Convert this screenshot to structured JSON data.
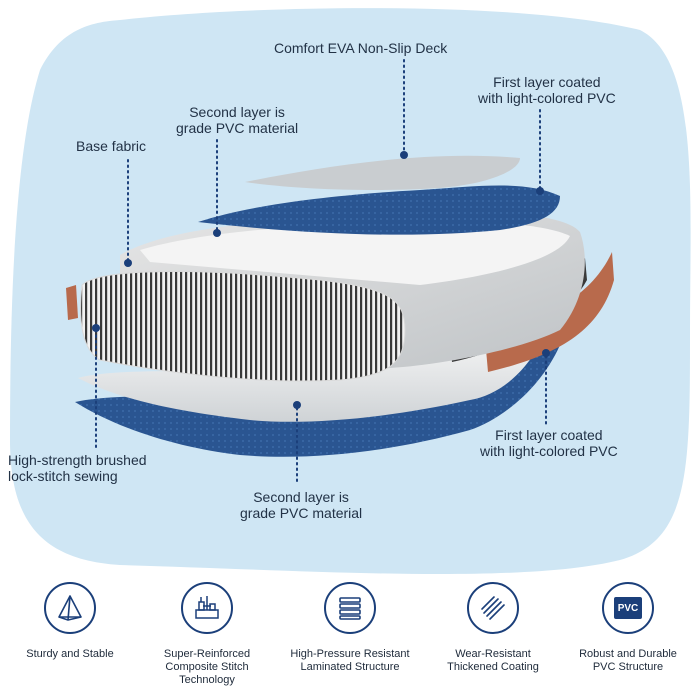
{
  "labels": {
    "deck": "Comfort EVA Non-Slip Deck",
    "first_top_1": "First layer coated",
    "first_top_2": "with light-colored PVC",
    "second_top_1": "Second layer is",
    "second_top_2": "grade PVC material",
    "base_fabric": "Base fabric",
    "sewing_1": "High-strength brushed",
    "sewing_2": "lock-stitch sewing",
    "first_bottom_1": "First layer coated",
    "first_bottom_2": "with light-colored PVC",
    "second_bottom_1": "Second layer is",
    "second_bottom_2": "grade PVC material"
  },
  "features": [
    {
      "icon": "pyramid-icon",
      "lines": [
        "Sturdy and Stable"
      ]
    },
    {
      "icon": "stitch-machine-icon",
      "lines": [
        "Super-Reinforced",
        "Composite Stitch",
        "Technology"
      ]
    },
    {
      "icon": "layers-icon",
      "lines": [
        "High-Pressure Resistant",
        "Laminated Structure"
      ]
    },
    {
      "icon": "coating-icon",
      "lines": [
        "Wear-Resistant",
        "Thickened Coating"
      ]
    },
    {
      "icon": "pvc-badge-icon",
      "badge": "PVC",
      "lines": [
        "Robust and Durable",
        "PVC Structure"
      ]
    }
  ],
  "colors": {
    "background_blob": "#cfe6f4",
    "navy": "#1b3f7a",
    "pvc_blue": "#2a5591",
    "copper": "#b86a4c",
    "white_layer": "#eeeeee",
    "dot": "#1b3f7a"
  }
}
